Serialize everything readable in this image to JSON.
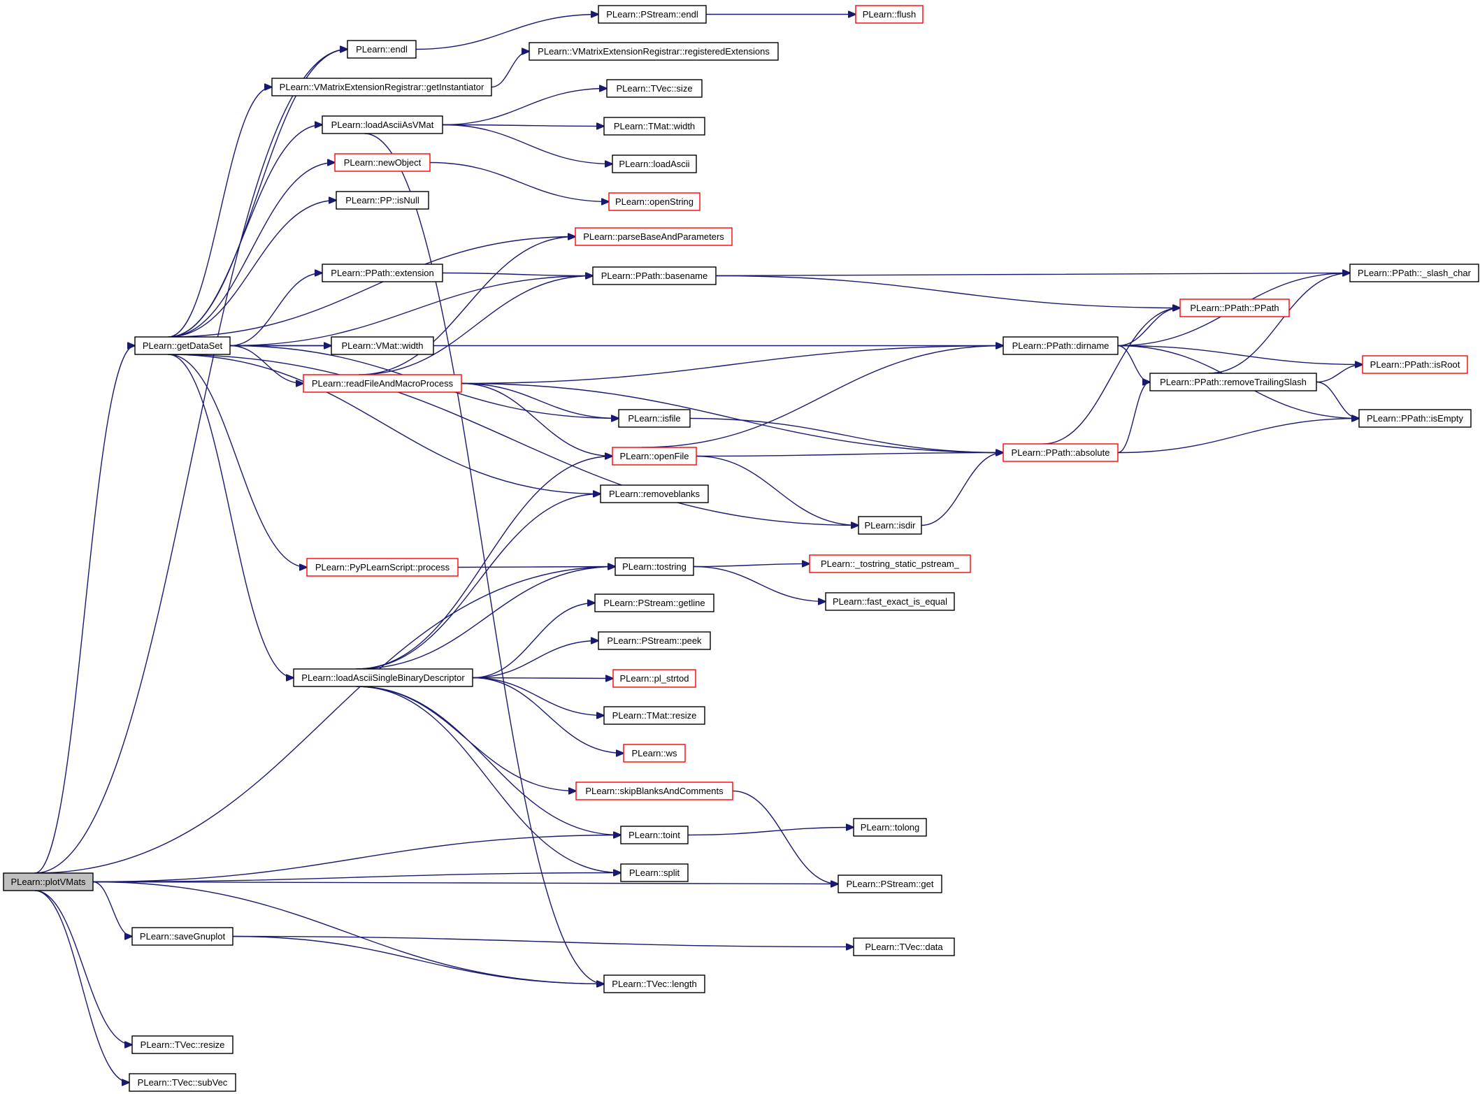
{
  "colors": {
    "edge": "#191970",
    "node_border_normal": "#000000",
    "node_border_truncated": "#ff0000",
    "node_fill_root": "#bfbfbf",
    "node_fill": "#ffffff"
  },
  "nodes": [
    {
      "id": "plotVMats",
      "label": "PLearn::plotVMats",
      "style": "root"
    },
    {
      "id": "getDataSet",
      "label": "PLearn::getDataSet",
      "style": "normal"
    },
    {
      "id": "endl",
      "label": "PLearn::endl",
      "style": "normal"
    },
    {
      "id": "getInstantiator",
      "label": "PLearn::VMatrixExtensionRegistrar::getInstantiator",
      "style": "normal"
    },
    {
      "id": "loadAsciiAsVMat",
      "label": "PLearn::loadAsciiAsVMat",
      "style": "normal"
    },
    {
      "id": "newObject",
      "label": "PLearn::newObject",
      "style": "truncated"
    },
    {
      "id": "PPisNull",
      "label": "PLearn::PP::isNull",
      "style": "normal"
    },
    {
      "id": "extension",
      "label": "PLearn::PPath::extension",
      "style": "normal"
    },
    {
      "id": "VMatwidth",
      "label": "PLearn::VMat::width",
      "style": "normal"
    },
    {
      "id": "readFileAndMacroProcess",
      "label": "PLearn::readFileAndMacroProcess",
      "style": "truncated"
    },
    {
      "id": "process",
      "label": "PLearn::PyPLearnScript::process",
      "style": "truncated"
    },
    {
      "id": "loadAsciiSingleBinaryDescriptor",
      "label": "PLearn::loadAsciiSingleBinaryDescriptor",
      "style": "normal"
    },
    {
      "id": "saveGnuplot",
      "label": "PLearn::saveGnuplot",
      "style": "normal"
    },
    {
      "id": "TVecresize",
      "label": "PLearn::TVec::resize",
      "style": "normal"
    },
    {
      "id": "subVec",
      "label": "PLearn::TVec::subVec",
      "style": "normal"
    },
    {
      "id": "PStreamendl",
      "label": "PLearn::PStream::endl",
      "style": "normal"
    },
    {
      "id": "registeredExtensions",
      "label": "PLearn::VMatrixExtensionRegistrar::registeredExtensions",
      "style": "normal"
    },
    {
      "id": "TVecsize",
      "label": "PLearn::TVec::size",
      "style": "normal"
    },
    {
      "id": "TMatwidth",
      "label": "PLearn::TMat::width",
      "style": "normal"
    },
    {
      "id": "loadAscii",
      "label": "PLearn::loadAscii",
      "style": "normal"
    },
    {
      "id": "openString",
      "label": "PLearn::openString",
      "style": "truncated"
    },
    {
      "id": "parseBaseAndParameters",
      "label": "PLearn::parseBaseAndParameters",
      "style": "truncated"
    },
    {
      "id": "basename",
      "label": "PLearn::PPath::basename",
      "style": "normal"
    },
    {
      "id": "isfile",
      "label": "PLearn::isfile",
      "style": "normal"
    },
    {
      "id": "openFile",
      "label": "PLearn::openFile",
      "style": "truncated"
    },
    {
      "id": "removeblanks",
      "label": "PLearn::removeblanks",
      "style": "normal"
    },
    {
      "id": "tostring",
      "label": "PLearn::tostring",
      "style": "normal"
    },
    {
      "id": "getline",
      "label": "PLearn::PStream::getline",
      "style": "normal"
    },
    {
      "id": "peek",
      "label": "PLearn::PStream::peek",
      "style": "normal"
    },
    {
      "id": "pl_strtod",
      "label": "PLearn::pl_strtod",
      "style": "truncated"
    },
    {
      "id": "TMatresize",
      "label": "PLearn::TMat::resize",
      "style": "normal"
    },
    {
      "id": "ws",
      "label": "PLearn::ws",
      "style": "truncated"
    },
    {
      "id": "skipBlanksAndComments",
      "label": "PLearn::skipBlanksAndComments",
      "style": "truncated"
    },
    {
      "id": "toint",
      "label": "PLearn::toint",
      "style": "normal"
    },
    {
      "id": "split",
      "label": "PLearn::split",
      "style": "normal"
    },
    {
      "id": "TVecdata",
      "label": "PLearn::TVec::data",
      "style": "normal"
    },
    {
      "id": "TVeclength",
      "label": "PLearn::TVec::length",
      "style": "normal"
    },
    {
      "id": "flush",
      "label": "PLearn::flush",
      "style": "truncated"
    },
    {
      "id": "dirname",
      "label": "PLearn::PPath::dirname",
      "style": "normal"
    },
    {
      "id": "absolute",
      "label": "PLearn::PPath::absolute",
      "style": "truncated"
    },
    {
      "id": "isdir",
      "label": "PLearn::isdir",
      "style": "normal"
    },
    {
      "id": "tostring_static_pstream",
      "label": "PLearn::_tostring_static_pstream_",
      "style": "truncated"
    },
    {
      "id": "fast_exact_is_equal",
      "label": "PLearn::fast_exact_is_equal",
      "style": "normal"
    },
    {
      "id": "tolong",
      "label": "PLearn::tolong",
      "style": "normal"
    },
    {
      "id": "PStreamget",
      "label": "PLearn::PStream::get",
      "style": "normal"
    },
    {
      "id": "PPathPPath",
      "label": "PLearn::PPath::PPath",
      "style": "truncated"
    },
    {
      "id": "removeTrailingSlash",
      "label": "PLearn::PPath::removeTrailingSlash",
      "style": "normal"
    },
    {
      "id": "slash_char",
      "label": "PLearn::PPath::_slash_char",
      "style": "normal"
    },
    {
      "id": "isRoot",
      "label": "PLearn::PPath::isRoot",
      "style": "truncated"
    },
    {
      "id": "isEmpty",
      "label": "PLearn::PPath::isEmpty",
      "style": "normal"
    }
  ],
  "edges": [
    [
      "plotVMats",
      "getDataSet"
    ],
    [
      "plotVMats",
      "endl"
    ],
    [
      "plotVMats",
      "tostring"
    ],
    [
      "plotVMats",
      "toint"
    ],
    [
      "plotVMats",
      "split"
    ],
    [
      "plotVMats",
      "PStreamget"
    ],
    [
      "plotVMats",
      "saveGnuplot"
    ],
    [
      "plotVMats",
      "TVeclength"
    ],
    [
      "plotVMats",
      "TVecresize"
    ],
    [
      "plotVMats",
      "subVec"
    ],
    [
      "getDataSet",
      "endl"
    ],
    [
      "getDataSet",
      "getInstantiator"
    ],
    [
      "getDataSet",
      "loadAsciiAsVMat"
    ],
    [
      "getDataSet",
      "newObject"
    ],
    [
      "getDataSet",
      "PPisNull"
    ],
    [
      "getDataSet",
      "parseBaseAndParameters"
    ],
    [
      "getDataSet",
      "extension"
    ],
    [
      "getDataSet",
      "basename"
    ],
    [
      "getDataSet",
      "VMatwidth"
    ],
    [
      "getDataSet",
      "readFileAndMacroProcess"
    ],
    [
      "getDataSet",
      "dirname"
    ],
    [
      "getDataSet",
      "isfile"
    ],
    [
      "getDataSet",
      "removeblanks"
    ],
    [
      "getDataSet",
      "isdir"
    ],
    [
      "getDataSet",
      "process"
    ],
    [
      "getDataSet",
      "loadAsciiSingleBinaryDescriptor"
    ],
    [
      "endl",
      "PStreamendl"
    ],
    [
      "PStreamendl",
      "flush"
    ],
    [
      "getInstantiator",
      "registeredExtensions"
    ],
    [
      "loadAsciiAsVMat",
      "TVecsize"
    ],
    [
      "loadAsciiAsVMat",
      "TMatwidth"
    ],
    [
      "loadAsciiAsVMat",
      "loadAscii"
    ],
    [
      "loadAsciiAsVMat",
      "TVeclength"
    ],
    [
      "newObject",
      "openString"
    ],
    [
      "extension",
      "basename"
    ],
    [
      "basename",
      "slash_char"
    ],
    [
      "basename",
      "PPathPPath"
    ],
    [
      "readFileAndMacroProcess",
      "parseBaseAndParameters"
    ],
    [
      "readFileAndMacroProcess",
      "basename"
    ],
    [
      "readFileAndMacroProcess",
      "dirname"
    ],
    [
      "readFileAndMacroProcess",
      "isfile"
    ],
    [
      "readFileAndMacroProcess",
      "openFile"
    ],
    [
      "readFileAndMacroProcess",
      "absolute"
    ],
    [
      "isfile",
      "absolute"
    ],
    [
      "openFile",
      "dirname"
    ],
    [
      "openFile",
      "absolute"
    ],
    [
      "openFile",
      "isdir"
    ],
    [
      "isdir",
      "absolute"
    ],
    [
      "process",
      "tostring"
    ],
    [
      "tostring",
      "tostring_static_pstream"
    ],
    [
      "tostring",
      "fast_exact_is_equal"
    ],
    [
      "loadAsciiSingleBinaryDescriptor",
      "openFile"
    ],
    [
      "loadAsciiSingleBinaryDescriptor",
      "removeblanks"
    ],
    [
      "loadAsciiSingleBinaryDescriptor",
      "tostring"
    ],
    [
      "loadAsciiSingleBinaryDescriptor",
      "getline"
    ],
    [
      "loadAsciiSingleBinaryDescriptor",
      "peek"
    ],
    [
      "loadAsciiSingleBinaryDescriptor",
      "pl_strtod"
    ],
    [
      "loadAsciiSingleBinaryDescriptor",
      "TMatresize"
    ],
    [
      "loadAsciiSingleBinaryDescriptor",
      "ws"
    ],
    [
      "loadAsciiSingleBinaryDescriptor",
      "skipBlanksAndComments"
    ],
    [
      "loadAsciiSingleBinaryDescriptor",
      "toint"
    ],
    [
      "loadAsciiSingleBinaryDescriptor",
      "split"
    ],
    [
      "skipBlanksAndComments",
      "PStreamget"
    ],
    [
      "toint",
      "tolong"
    ],
    [
      "saveGnuplot",
      "TVecdata"
    ],
    [
      "saveGnuplot",
      "TVeclength"
    ],
    [
      "dirname",
      "slash_char"
    ],
    [
      "dirname",
      "PPathPPath"
    ],
    [
      "dirname",
      "removeTrailingSlash"
    ],
    [
      "dirname",
      "isRoot"
    ],
    [
      "dirname",
      "isEmpty"
    ],
    [
      "absolute",
      "PPathPPath"
    ],
    [
      "absolute",
      "removeTrailingSlash"
    ],
    [
      "absolute",
      "isEmpty"
    ],
    [
      "removeTrailingSlash",
      "slash_char"
    ],
    [
      "removeTrailingSlash",
      "isRoot"
    ],
    [
      "removeTrailingSlash",
      "isEmpty"
    ]
  ]
}
